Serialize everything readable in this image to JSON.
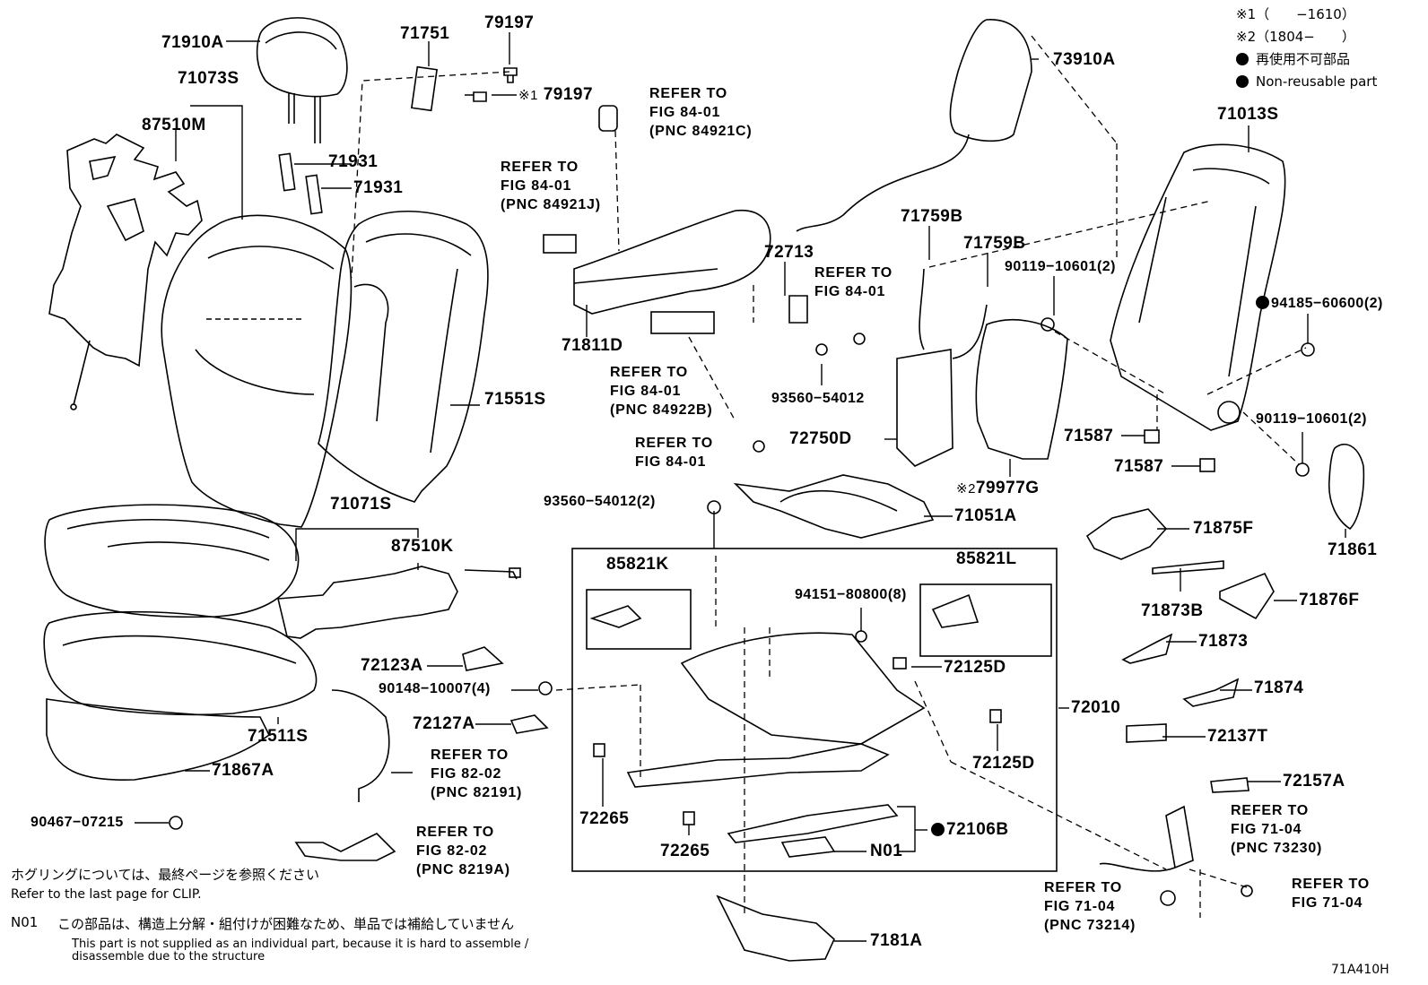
{
  "legend": {
    "mark1": "※1（　　−1610）",
    "mark2": "※2（1804−　　）",
    "jp_nonreusable": "再使用不可部品",
    "en_nonreusable": "Non-reusable part"
  },
  "parts": {
    "p71910A": "71910A",
    "p71073S": "71073S",
    "p87510M": "87510M",
    "p71751": "71751",
    "p79197a": "79197",
    "p79197b": "79197",
    "p79197b_mark": "※1",
    "p71931a": "71931",
    "p71931b": "71931",
    "p73910A": "73910A",
    "p71013S": "71013S",
    "p71811D": "71811D",
    "p72713": "72713",
    "p71759Ba": "71759B",
    "p71759Bb": "71759B",
    "p90119a": "90119−10601(2)",
    "p94185": "94185−60600(2)",
    "p93560a": "93560−54012",
    "p71551S": "71551S",
    "p72750D": "72750D",
    "p71587a": "71587",
    "p71587b": "71587",
    "p90119b": "90119−10601(2)",
    "p79977G": "79977G",
    "p79977G_mark": "※2",
    "p71861": "71861",
    "p93560b": "93560−54012(2)",
    "p71071S": "71071S",
    "p71051A": "71051A",
    "p87510K": "87510K",
    "p85821K": "85821K",
    "p85821L": "85821L",
    "p71875F": "71875F",
    "p94151": "94151−80800(8)",
    "p71873B": "71873B",
    "p71876F": "71876F",
    "p72123A": "72123A",
    "p72125Da": "72125D",
    "p71873": "71873",
    "p90148": "90148−10007(4)",
    "p72010": "72010",
    "p71874": "71874",
    "p72127A": "72127A",
    "p71511S": "71511S",
    "p72125Db": "72125D",
    "p72137T": "72137T",
    "p71867A": "71867A",
    "p72157A": "72157A",
    "p90467": "90467−07215",
    "p72265a": "72265",
    "p72265b": "72265",
    "p72106B": "72106B",
    "pN01": "N01",
    "p7181A": "7181A"
  },
  "refs": {
    "r1": "REFER TO\nFIG 84-01\n(PNC 84921C)",
    "r2": "REFER TO\nFIG 84-01\n(PNC 84921J)",
    "r3": "REFER TO\nFIG 84-01",
    "r4": "REFER TO\nFIG 84-01\n(PNC 84922B)",
    "r5": "REFER TO\nFIG 84-01",
    "r6": "REFER TO\nFIG 82-02\n(PNC 82191)",
    "r7": "REFER TO\nFIG 82-02\n(PNC 8219A)",
    "r8": "REFER TO\nFIG 71-04\n(PNC 73230)",
    "r9": "REFER TO\nFIG 71-04\n(PNC 73214)",
    "r10": "REFER TO\nFIG 71-04"
  },
  "notes": {
    "clip_jp": "ホグリングについては、最終ページを参照ください",
    "clip_en": "Refer to the last page for CLIP.",
    "n01_code": "N01",
    "n01_jp": "この部品は、構造上分解・組付けが困難なため、単品では補給していません",
    "n01_en1": "This part is not supplied as an individual part, because it is hard to assemble /",
    "n01_en2": "disassemble due to the structure",
    "fig_id": "71A410H"
  }
}
